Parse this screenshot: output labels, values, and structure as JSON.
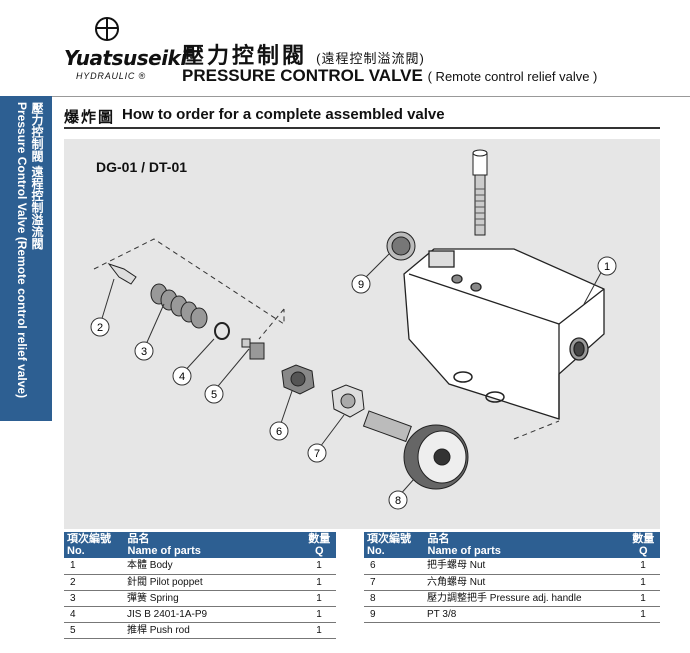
{
  "brand": {
    "name": "Yuatsuseiki",
    "sub": "HYDRAULIC ®"
  },
  "title": {
    "cn": "壓力控制閥",
    "cn_sub": "(遠程控制溢流閥)",
    "en": "PRESSURE CONTROL VALVE",
    "en_sub": "( Remote control relief valve )"
  },
  "side_tab": {
    "cn": "壓力控制閥 遠程控制溢流閥",
    "en": "Pressure Control Valve (Remote control relief valve)"
  },
  "section": {
    "cn": "爆炸圖",
    "en": "How to order for a complete assembled valve"
  },
  "model": "DG-01 / DT-01",
  "callouts": [
    "1",
    "2",
    "3",
    "4",
    "5",
    "6",
    "7",
    "8",
    "9"
  ],
  "table_headers": {
    "no_cn": "項次編號",
    "no_en": "No.",
    "name_cn": "品名",
    "name_en": "Name of parts",
    "q_cn": "數量",
    "q_en": "Q"
  },
  "parts_left": [
    {
      "no": "1",
      "name": "本體 Body",
      "q": "1"
    },
    {
      "no": "2",
      "name": "針閥 Pilot poppet",
      "q": "1"
    },
    {
      "no": "3",
      "name": "彈簧 Spring",
      "q": "1"
    },
    {
      "no": "4",
      "name": "JIS B 2401-1A-P9",
      "q": "1"
    },
    {
      "no": "5",
      "name": "推桿 Push rod",
      "q": "1"
    }
  ],
  "parts_right": [
    {
      "no": "6",
      "name": "把手螺母 Nut",
      "q": "1"
    },
    {
      "no": "7",
      "name": "六角螺母 Nut",
      "q": "1"
    },
    {
      "no": "8",
      "name": "壓力調整把手 Pressure adj. handle",
      "q": "1"
    },
    {
      "no": "9",
      "name": "PT 3/8",
      "q": "1"
    }
  ]
}
